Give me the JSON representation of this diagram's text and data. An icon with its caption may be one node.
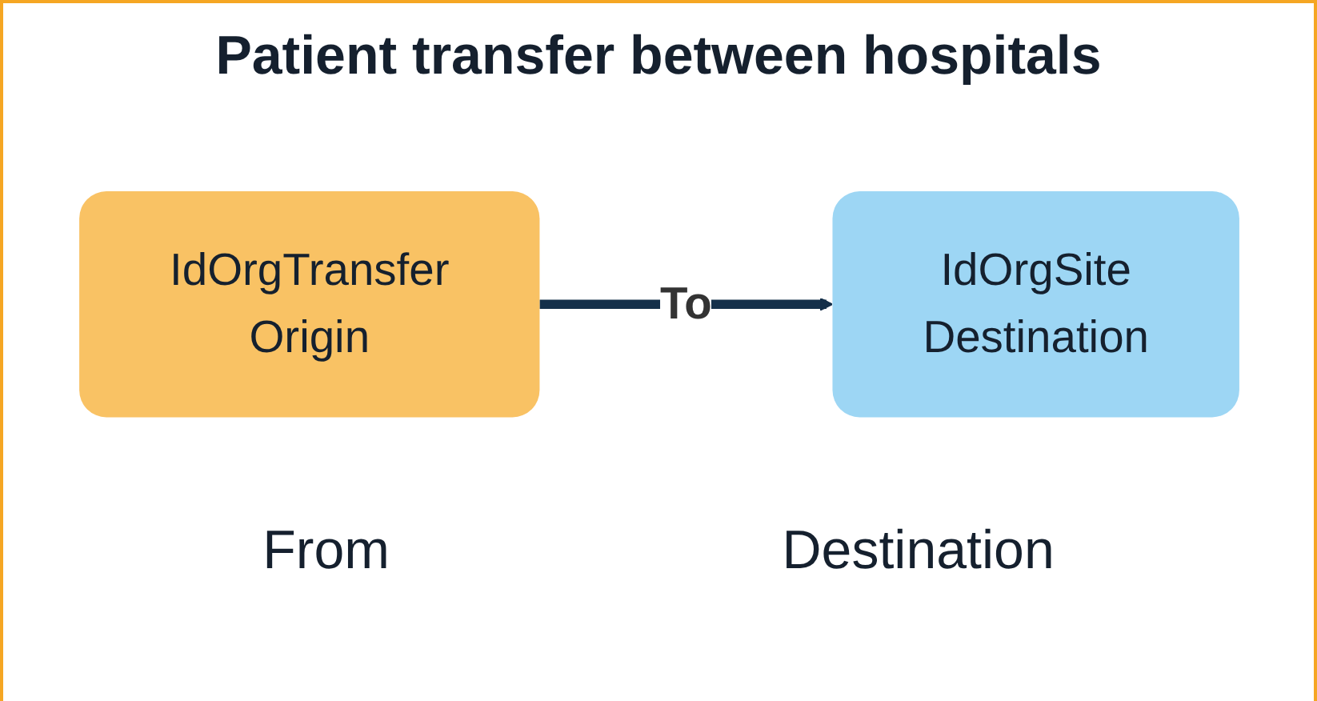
{
  "diagram": {
    "title": "Patient transfer between hospitals",
    "nodes": [
      {
        "text": [
          "IdOrgTransfer",
          "Origin"
        ],
        "beside": [
          "From"
        ]
      },
      {
        "text": [
          "IdOrgSite",
          "Destination"
        ],
        "beside": [
          "Destination"
        ]
      }
    ],
    "edges": [
      {
        "from": 0,
        "to": 1,
        "arrow": "to",
        "label": "To"
      }
    ]
  }
}
